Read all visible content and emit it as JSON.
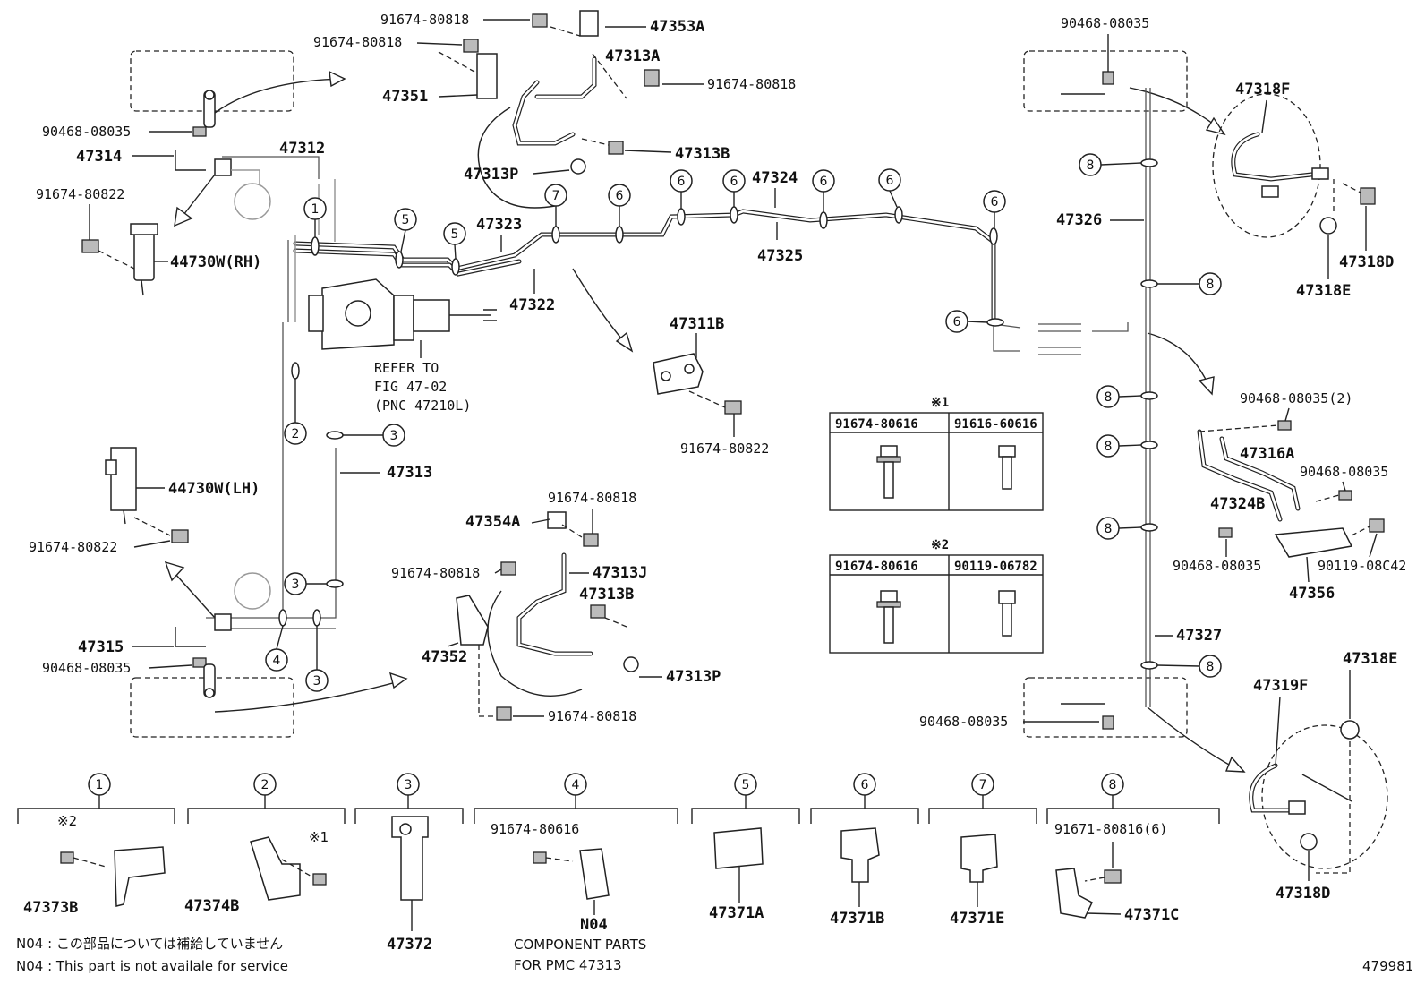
{
  "labels": {
    "l_47353A": "47353A",
    "l_91674_80818_a": "91674-80818",
    "l_91674_80818_b": "91674-80818",
    "l_47313A": "47313A",
    "l_91674_80818_c": "91674-80818",
    "l_47351": "47351",
    "l_90468_08035_a": "90468-08035",
    "l_47314": "47314",
    "l_47312": "47312",
    "l_47313B_a": "47313B",
    "l_47313P_a": "47313P",
    "l_91674_80822_a": "91674-80822",
    "l_44730W_RH": "44730W(RH)",
    "l_47323": "47323",
    "l_47324": "47324",
    "l_47325": "47325",
    "l_47322": "47322",
    "l_47311B": "47311B",
    "l_91674_80822_b": "91674-80822",
    "l_refer_1": "REFER TO",
    "l_refer_2": "FIG 47-02",
    "l_refer_3": "(PNC 47210L)",
    "l_47313": "47313",
    "l_44730W_LH": "44730W(LH)",
    "l_91674_80822_c": "91674-80822",
    "l_91674_80818_d": "91674-80818",
    "l_47354A": "47354A",
    "l_91674_80818_e": "91674-80818",
    "l_47313J": "47313J",
    "l_47313B_b": "47313B",
    "l_47352": "47352",
    "l_47313P_b": "47313P",
    "l_91674_80818_f": "91674-80818",
    "l_47315": "47315",
    "l_90468_08035_b": "90468-08035",
    "l_90468_08035_c": "90468-08035",
    "l_47326": "47326",
    "l_47318F": "47318F",
    "l_47318D_a": "47318D",
    "l_47318E_a": "47318E",
    "l_90468_08035_2": "90468-08035(2)",
    "l_47316A": "47316A",
    "l_90468_08035_d": "90468-08035",
    "l_47324B": "47324B",
    "l_90468_08035_e": "90468-08035",
    "l_90119_08C42": "90119-08C42",
    "l_47356": "47356",
    "l_47327": "47327",
    "l_90468_08035_f": "90468-08035",
    "l_47318E_b": "47318E",
    "l_47319F": "47319F",
    "l_47318D_b": "47318D",
    "l_47373B": "47373B",
    "l_47374B": "47374B",
    "l_47372": "47372",
    "l_91674_80616": "91674-80616",
    "l_N04": "N04",
    "l_comp_1": "COMPONENT PARTS",
    "l_comp_2": "FOR PMC 47313",
    "l_47371A": "47371A",
    "l_47371B": "47371B",
    "l_47371E": "47371E",
    "l_91671_80816_6": "91671-80816(6)",
    "l_47371C": "47371C",
    "l_mark1_pos": "※1",
    "l_mark2_pos": "※2",
    "l_fig_no": "479981"
  },
  "tables": {
    "t1_mark": "※1",
    "t1_col1": "91674-80616",
    "t1_col2": "91616-60616",
    "t2_mark": "※2",
    "t2_col1": "91674-80616",
    "t2_col2": "90119-06782"
  },
  "clamps": {
    "c1": "1",
    "c2": "2",
    "c3": "3",
    "c4": "4",
    "c5": "5",
    "c6": "6",
    "c7": "7",
    "c8": "8"
  },
  "notes": {
    "jp": "N04 : この部品については補給していません",
    "en": "N04 : This part is not availale for service"
  }
}
